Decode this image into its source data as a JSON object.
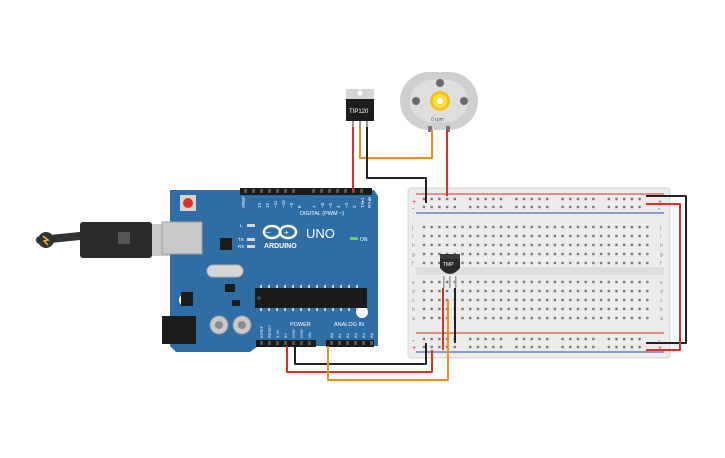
{
  "arduino": {
    "brand": "ARDUINO",
    "model": "UNO",
    "on_label": "ON",
    "digital_label": "DIGITAL (PWM ~)",
    "power_label": "POWER",
    "analog_label": "ANALOG IN",
    "aref_label": "AREF",
    "tx_label": "TX",
    "rx_label": "RX",
    "l_label": "L"
  },
  "transistor": {
    "label": "TIP120"
  },
  "motor": {
    "rpm_label": "0 rpm"
  },
  "sensor": {
    "label": "TMP"
  },
  "breadboard": {
    "plus": "+",
    "minus": "-",
    "rows_top": [
      "j",
      "i",
      "h",
      "g",
      "f"
    ],
    "rows_bottom": [
      "e",
      "d",
      "c",
      "b",
      "a"
    ]
  },
  "colors": {
    "board": "#2f6da5",
    "wire_red": "#d9302a",
    "wire_black": "#222222",
    "wire_orange": "#e8921c"
  }
}
